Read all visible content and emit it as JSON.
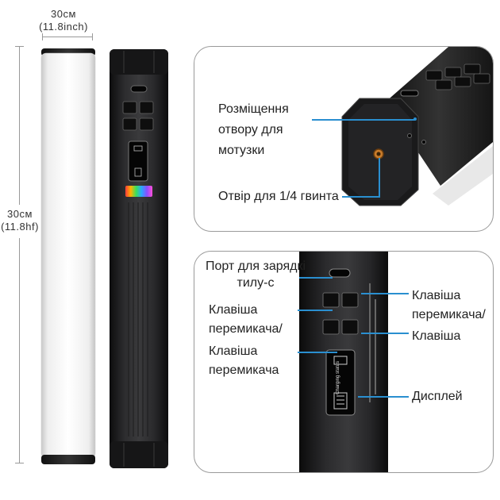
{
  "dimensions": {
    "top_value": "30cм",
    "top_paren": "(11.8inch)",
    "side_value": "30cм",
    "side_paren": "(11.8hf)"
  },
  "panel_top": {
    "label_rope_hole": "Розміщення отвору для мотузки",
    "label_screw_hole": "Отвір для 1/4 гвинта"
  },
  "panel_bottom": {
    "label_charging_port": "Порт для зарядкі тилу-с",
    "label_switch_left_1": "Клавіша перемикача/",
    "label_switch_left_2": "Клавіша перемикача",
    "label_switch_right_1": "Клавіша перемикача/",
    "label_switch_right_2": "Клавіша",
    "label_display": "Дисплей",
    "display_caption": "Charging status"
  },
  "colors": {
    "callout_line": "#2a8fd0",
    "body_dark": "#1d1d1f",
    "panel_border": "#9a9a9a"
  }
}
